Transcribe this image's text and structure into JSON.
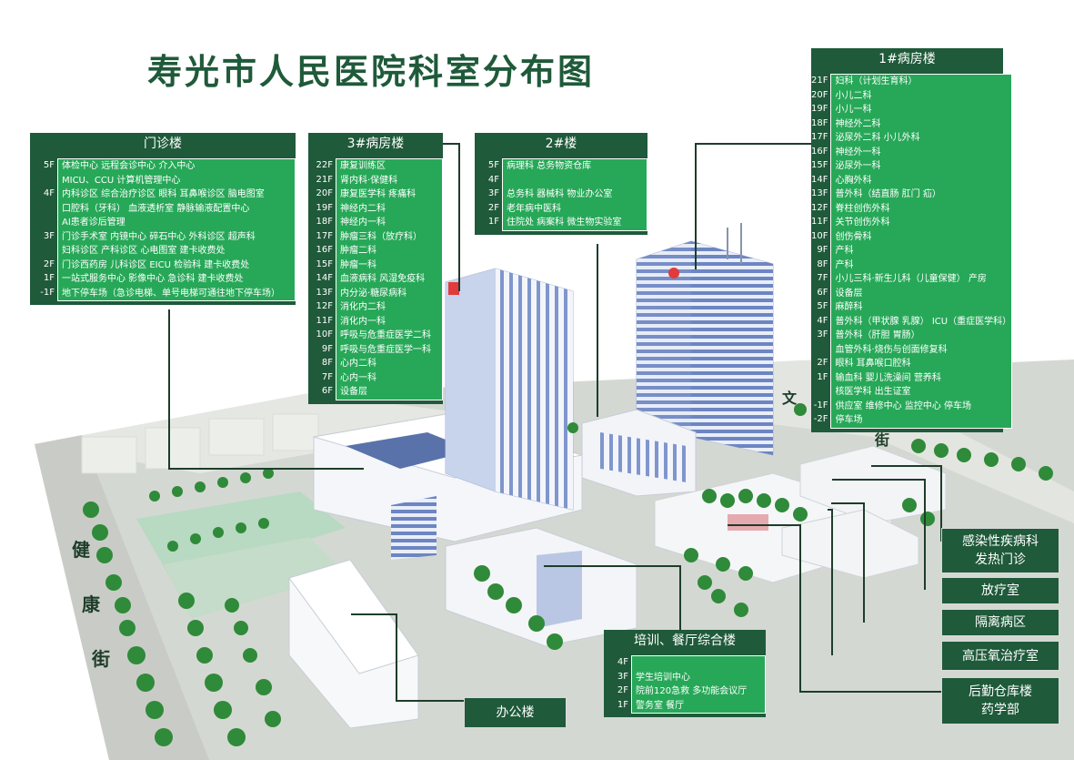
{
  "title": "寿光市人民医院科室分布图",
  "colors": {
    "dark_green": "#1f5a3a",
    "bright_green": "#27a858",
    "white": "#ffffff"
  },
  "streets": {
    "jiankang": [
      "健",
      "康",
      "街"
    ],
    "wen": "文",
    "jie2": "街"
  },
  "outpatient": {
    "title": "门诊楼",
    "rows": [
      {
        "floor": "5F",
        "dept": "体检中心  远程会诊中心  介入中心"
      },
      {
        "floor": "",
        "dept": "MICU、CCU 计算机管理中心"
      },
      {
        "floor": "4F",
        "dept": "内科诊区  综合治疗诊区  眼科  耳鼻喉诊区  脑电图室"
      },
      {
        "floor": "",
        "dept": "口腔科（牙科）  血液透析室  静脉输液配置中心"
      },
      {
        "floor": "",
        "dept": "AI患者诊后管理"
      },
      {
        "floor": "3F",
        "dept": "门诊手术室  内镜中心  碎石中心  外科诊区  超声科"
      },
      {
        "floor": "",
        "dept": "妇科诊区  产科诊区  心电图室  建卡收费处"
      },
      {
        "floor": "2F",
        "dept": "门诊西药房  儿科诊区  EICU  检验科  建卡收费处"
      },
      {
        "floor": "1F",
        "dept": "一站式服务中心  影像中心  急诊科  建卡收费处"
      },
      {
        "floor": "-1F",
        "dept": "地下停车场（急诊电梯、单号电梯可通往地下停车场）"
      }
    ]
  },
  "ward3": {
    "title": "3#病房楼",
    "rows": [
      {
        "floor": "22F",
        "dept": "康复训练区"
      },
      {
        "floor": "21F",
        "dept": "肾内科·保健科"
      },
      {
        "floor": "20F",
        "dept": "康复医学科  疼痛科"
      },
      {
        "floor": "19F",
        "dept": "神经内二科"
      },
      {
        "floor": "18F",
        "dept": "神经内一科"
      },
      {
        "floor": "17F",
        "dept": "肿瘤三科（放疗科）"
      },
      {
        "floor": "16F",
        "dept": "肿瘤二科"
      },
      {
        "floor": "15F",
        "dept": "肿瘤一科"
      },
      {
        "floor": "14F",
        "dept": "血液病科  风湿免疫科"
      },
      {
        "floor": "13F",
        "dept": "内分泌·糖尿病科"
      },
      {
        "floor": "12F",
        "dept": "消化内二科"
      },
      {
        "floor": "11F",
        "dept": "消化内一科"
      },
      {
        "floor": "10F",
        "dept": "呼吸与危重症医学二科"
      },
      {
        "floor": "9F",
        "dept": "呼吸与危重症医学一科"
      },
      {
        "floor": "8F",
        "dept": "心内二科"
      },
      {
        "floor": "7F",
        "dept": "心内一科"
      },
      {
        "floor": "6F",
        "dept": "设备层"
      }
    ]
  },
  "building2": {
    "title": "2#楼",
    "rows": [
      {
        "floor": "5F",
        "dept": "病理科  总务物资仓库"
      },
      {
        "floor": "4F",
        "dept": ""
      },
      {
        "floor": "3F",
        "dept": "总务科  器械科  物业办公室"
      },
      {
        "floor": "2F",
        "dept": "老年病中医科"
      },
      {
        "floor": "1F",
        "dept": "住院处  病案科  微生物实验室"
      }
    ]
  },
  "ward1": {
    "title": "1#病房楼",
    "rows": [
      {
        "floor": "21F",
        "dept": "妇科（计划生育科）"
      },
      {
        "floor": "20F",
        "dept": "小儿二科"
      },
      {
        "floor": "19F",
        "dept": "小儿一科"
      },
      {
        "floor": "18F",
        "dept": "神经外二科"
      },
      {
        "floor": "17F",
        "dept": "泌尿外二科  小儿外科"
      },
      {
        "floor": "16F",
        "dept": "神经外一科"
      },
      {
        "floor": "15F",
        "dept": "泌尿外一科"
      },
      {
        "floor": "14F",
        "dept": "心胸外科"
      },
      {
        "floor": "13F",
        "dept": "普外科（结直肠 肛门 疝）"
      },
      {
        "floor": "12F",
        "dept": "脊柱创伤外科"
      },
      {
        "floor": "11F",
        "dept": "关节创伤外科"
      },
      {
        "floor": "10F",
        "dept": "创伤骨科"
      },
      {
        "floor": "9F",
        "dept": "产科"
      },
      {
        "floor": "8F",
        "dept": "产科"
      },
      {
        "floor": "7F",
        "dept": "小儿三科·新生儿科（儿童保健）  产房"
      },
      {
        "floor": "6F",
        "dept": "设备层"
      },
      {
        "floor": "5F",
        "dept": "麻醉科"
      },
      {
        "floor": "4F",
        "dept": "普外科（甲状腺 乳腺）  ICU（重症医学科）"
      },
      {
        "floor": "3F",
        "dept": "普外科（肝胆 胃肠）"
      },
      {
        "floor": "",
        "dept": "血管外科·烧伤与创面修复科"
      },
      {
        "floor": "2F",
        "dept": "眼科  耳鼻喉口腔科"
      },
      {
        "floor": "1F",
        "dept": "输血科  婴儿洗澡间  营养科"
      },
      {
        "floor": "",
        "dept": "核医学科  出生证室"
      },
      {
        "floor": "-1F",
        "dept": "供应室  维修中心  监控中心  停车场"
      },
      {
        "floor": "-2F",
        "dept": "停车场"
      }
    ]
  },
  "training": {
    "title": "培训、餐厅综合楼",
    "rows": [
      {
        "floor": "4F",
        "dept": ""
      },
      {
        "floor": "3F",
        "dept": "学生培训中心"
      },
      {
        "floor": "2F",
        "dept": "院前120急救  多功能会议厅"
      },
      {
        "floor": "1F",
        "dept": "警务室  餐厅"
      }
    ]
  },
  "labels": {
    "office": "办公楼",
    "infectious": [
      "感染性疾病科",
      "发热门诊"
    ],
    "radiotherapy": "放疗室",
    "isolation": "隔离病区",
    "oxygen": "高压氧治疗室",
    "logistics": [
      "后勤仓库楼",
      "药学部"
    ]
  }
}
